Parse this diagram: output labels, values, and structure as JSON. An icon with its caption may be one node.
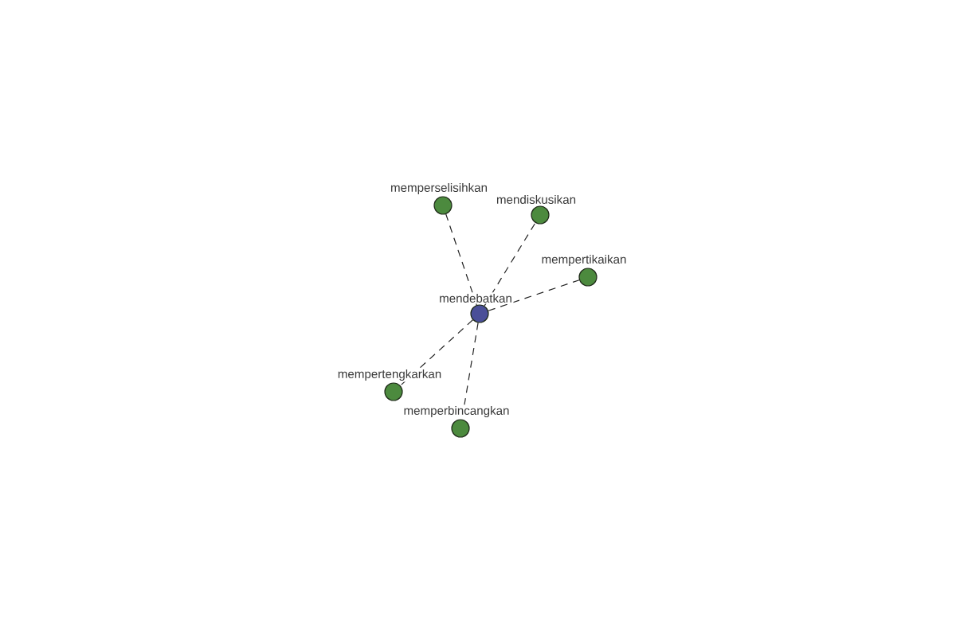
{
  "diagram": {
    "nodes": [
      {
        "text": [
          "memperselisihkan"
        ]
      },
      {
        "text": [
          "mendiskusikan"
        ]
      },
      {
        "text": [
          "mempertikaikan"
        ]
      },
      {
        "text": [
          "mendebatkan"
        ]
      },
      {
        "text": [
          "mempertengkarkan"
        ]
      },
      {
        "text": [
          "memperbincangkan"
        ]
      }
    ],
    "edges": [
      {
        "from": 3,
        "to": 0,
        "arrow": "none",
        "style": "dashed"
      },
      {
        "from": 3,
        "to": 1,
        "arrow": "none",
        "style": "dashed"
      },
      {
        "from": 3,
        "to": 2,
        "arrow": "none",
        "style": "dashed"
      },
      {
        "from": 3,
        "to": 4,
        "arrow": "none",
        "style": "dashed"
      },
      {
        "from": 3,
        "to": 5,
        "arrow": "none",
        "style": "dashed"
      }
    ]
  }
}
